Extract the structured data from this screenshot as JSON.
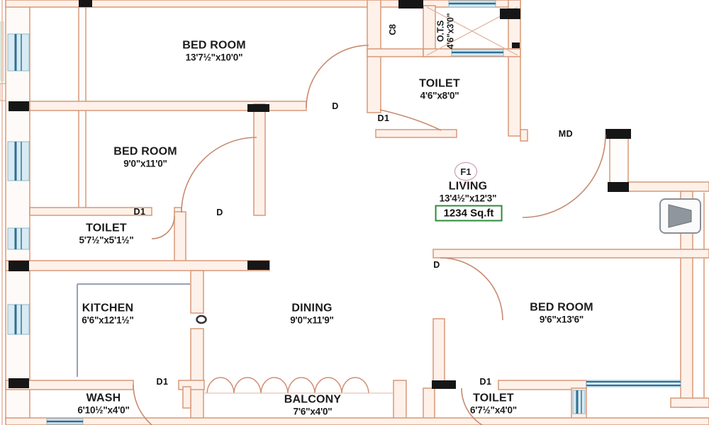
{
  "plan": {
    "unit_badge": "F1",
    "living": {
      "name": "LIVING",
      "dims": "13'4½\"x12'3\"",
      "area": "1234 Sq.ft"
    },
    "rooms": {
      "bedroom1": {
        "name": "BED ROOM",
        "dims": "13'7½\"x10'0\""
      },
      "bedroom2": {
        "name": "BED ROOM",
        "dims": "9'0\"x11'0\""
      },
      "bedroom3": {
        "name": "BED ROOM",
        "dims": "9'6\"x13'6\""
      },
      "toilet1": {
        "name": "TOILET",
        "dims": "4'6\"x8'0\""
      },
      "toilet2": {
        "name": "TOILET",
        "dims": "5'7½\"x5'1½\""
      },
      "toilet3": {
        "name": "TOILET",
        "dims": "6'7½\"x4'0\""
      },
      "kitchen": {
        "name": "KITCHEN",
        "dims": "6'6\"x12'1½\""
      },
      "dining": {
        "name": "DINING",
        "dims": "9'0\"x11'9\""
      },
      "wash": {
        "name": "WASH",
        "dims": "6'10½\"x4'0\""
      },
      "balcony": {
        "name": "BALCONY",
        "dims": "7'6\"x4'0\""
      },
      "ots": {
        "name": "O.T.S",
        "dims": "4'6\"x3'0\""
      },
      "closet": {
        "label": "C8"
      }
    },
    "door_labels": {
      "d": "D",
      "d1": "D1",
      "md": "MD"
    },
    "colors": {
      "wall_stroke": "#d89878",
      "wall_fill": "#fdf1e9",
      "column": "#161616",
      "window_fill": "#d8eaf2",
      "window_stroke": "#2e6f92",
      "area_box_green": "#2e8b3a",
      "unit_circle_pink": "#c08ca8",
      "counter_gray": "#98a0b8",
      "basin_gray": "#8f969e",
      "background": "#ffffff"
    }
  }
}
